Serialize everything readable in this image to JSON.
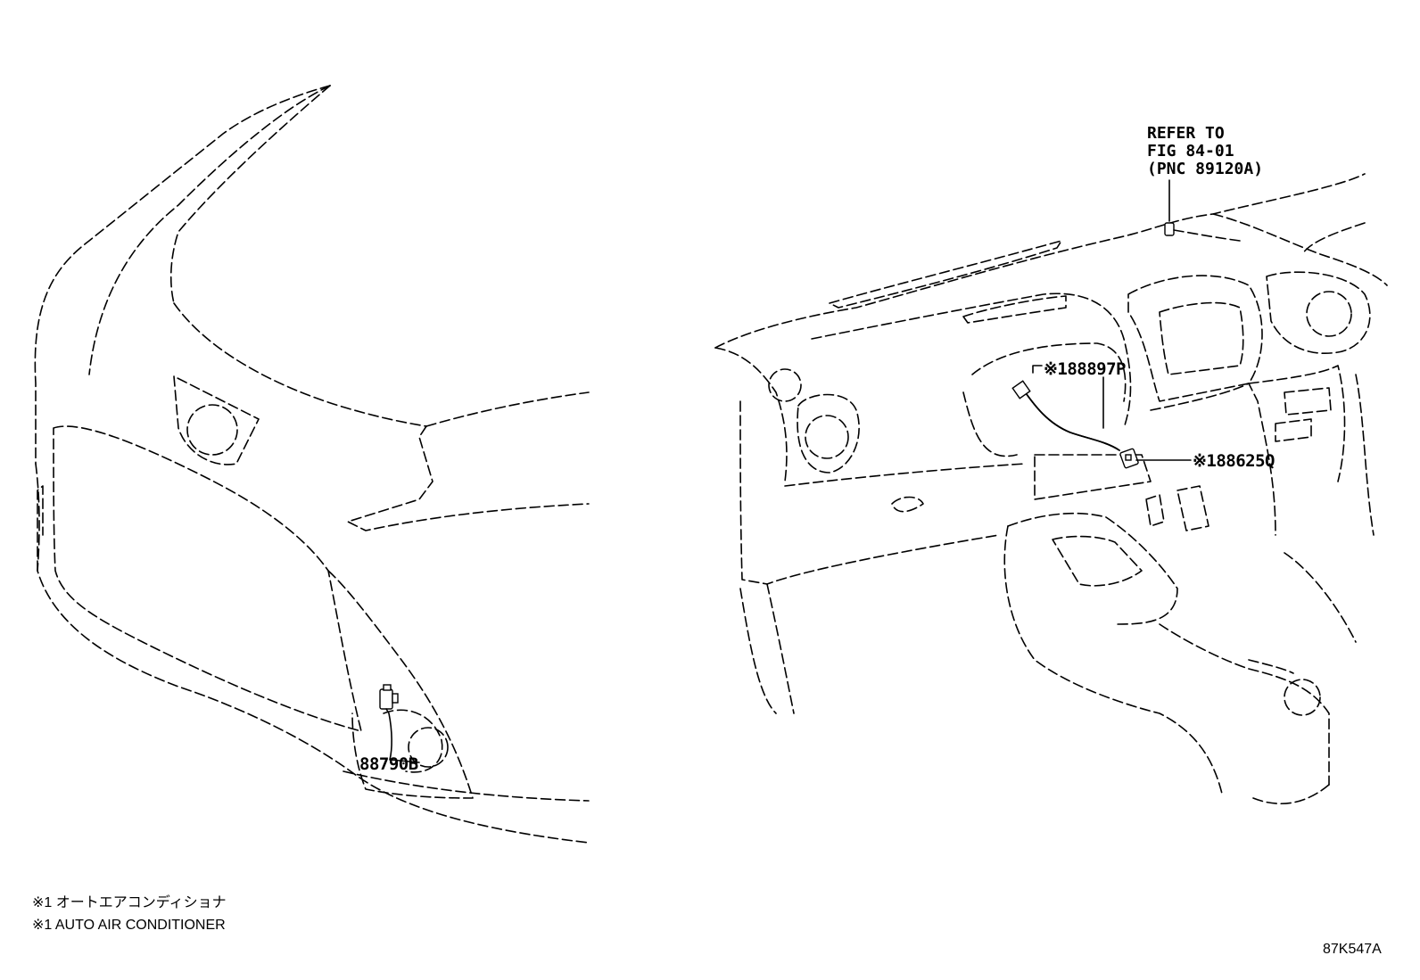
{
  "references": {
    "line1": "REFER TO",
    "line2": "FIG 84-01",
    "line3": "(PNC 89120A)"
  },
  "parts": {
    "front_sensor": "88790B",
    "aspirator_hose": "※188897P",
    "connector": "※188625Q"
  },
  "notes": {
    "japanese": "※1 オートエアコンディショナ",
    "english": "※1 AUTO AIR CONDITIONER"
  },
  "figure_code": "87K547A"
}
